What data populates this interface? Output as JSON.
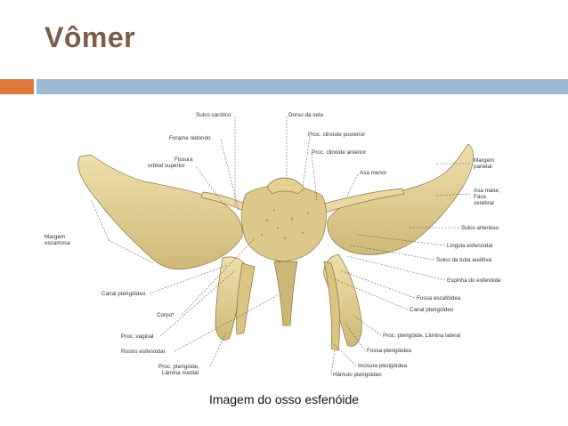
{
  "slide": {
    "title": "Vômer",
    "caption": "Imagem do osso esfenóide",
    "colors": {
      "title": "#7a5c48",
      "accent_orange": "#dd7a3c",
      "accent_blue": "#9db8d4",
      "bone": "#e6d59c"
    }
  },
  "diagram": {
    "labels": {
      "sulco_carotico": "Sulco carótico",
      "dorso_sela": "Dorso da sela",
      "proc_clinoide_posterior": "Proc. clinóide posterior",
      "forame_redondo": "Forame redondo",
      "proc_clinoide_anterior": "Proc. clinóide anterior",
      "fissura_1": "Fissura",
      "fissura_2": "orbital superior",
      "asa_menor": "Asa menor",
      "margem_parietal_1": "Margem",
      "margem_parietal_2": "parietal",
      "asa_maior_1": "Asa maior,",
      "asa_maior_2": "Face",
      "asa_maior_3": "cerebral",
      "margem_escamosa_1": "Margem",
      "margem_escamosa_2": "escamosa",
      "sulco_arterioso": "Sulco arterioso",
      "lingula": "Língula esfenoidal",
      "sulco_tuba": "Sulco da tuba auditiva",
      "espinha": "Espinha do esfenóide",
      "canal_pterigoideo_l": "Canal pterigóideo",
      "fossa_escafoidea": "Fossa escafóidea",
      "canal_pterigoideo_r": "Canal pterigóideo",
      "corpo": "Corpo*",
      "proc_vaginal": "Proc. vaginal",
      "proc_pterigoide_lateral": "Proc. pterigóide, Lâmina lateral",
      "rostro": "Rostro esfenoidal",
      "fossa_pterigoidea": "Fossa pterigóidea",
      "proc_pterigoide_medial_1": "Proc. pterigóide,",
      "proc_pterigoide_medial_2": "Lâmina medial",
      "incisura": "Incisura pterigóidea",
      "hamulo": "Hâmulo pterigóideo"
    }
  }
}
